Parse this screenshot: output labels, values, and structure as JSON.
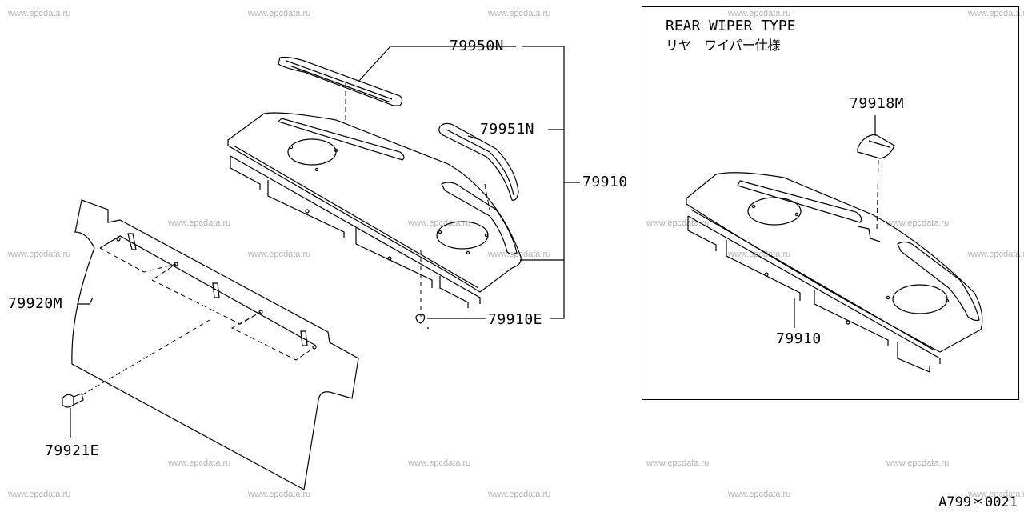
{
  "watermark": "www.epcdata.ru",
  "callouts": {
    "p79950N": "79950N",
    "p79951N": "79951N",
    "p79910": "79910",
    "p79910E": "79910E",
    "p79920M": "79920M",
    "p79921E": "79921E"
  },
  "inset": {
    "title": "REAR WIPER TYPE",
    "subtitle": "リヤ　ワイパー仕様",
    "p79918M": "79918M",
    "p79910": "79910"
  },
  "diagram_code": "A799＊0021"
}
